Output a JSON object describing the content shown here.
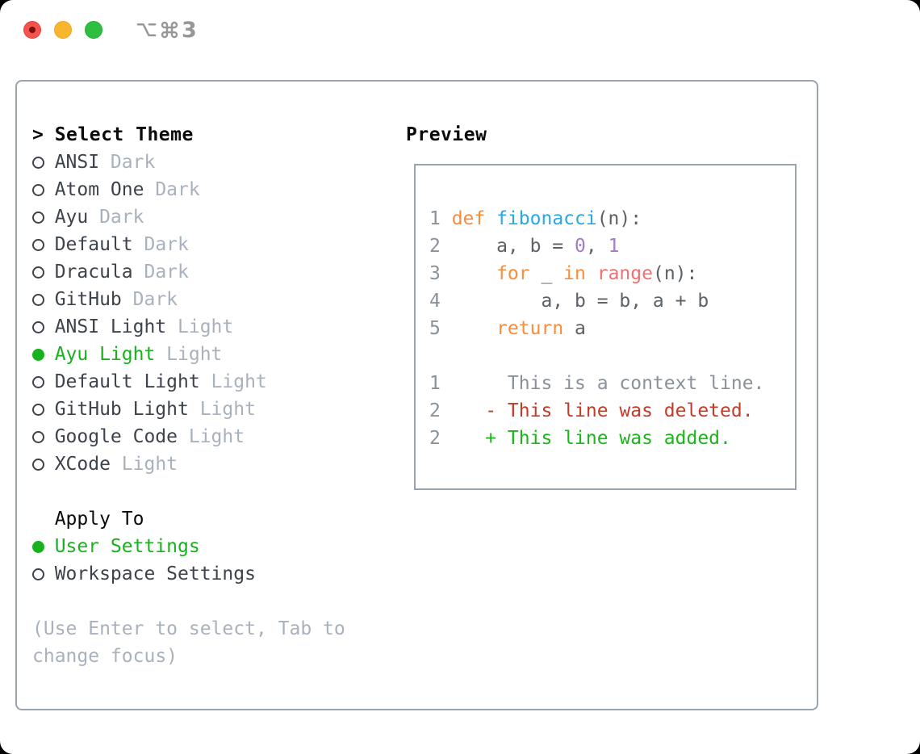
{
  "window": {
    "title": {
      "text": "⌥⌘3",
      "symbols": [
        "option-key",
        "command-key"
      ],
      "digit": "3"
    },
    "traffic_lights": [
      {
        "name": "close",
        "color": "#F4544E"
      },
      {
        "name": "minimize",
        "color": "#F8B62E"
      },
      {
        "name": "zoom",
        "color": "#2EBF41"
      }
    ]
  },
  "theme_picker": {
    "header": "Select Theme",
    "cursor": ">",
    "items": [
      {
        "name": "ANSI",
        "tag": "Dark",
        "selected": false
      },
      {
        "name": "Atom One",
        "tag": "Dark",
        "selected": false
      },
      {
        "name": "Ayu",
        "tag": "Dark",
        "selected": false
      },
      {
        "name": "Default",
        "tag": "Dark",
        "selected": false
      },
      {
        "name": "Dracula",
        "tag": "Dark",
        "selected": false
      },
      {
        "name": "GitHub",
        "tag": "Dark",
        "selected": false
      },
      {
        "name": "ANSI Light",
        "tag": "Light",
        "selected": false
      },
      {
        "name": "Ayu Light",
        "tag": "Light",
        "selected": true
      },
      {
        "name": "Default Light",
        "tag": "Light",
        "selected": false
      },
      {
        "name": "GitHub Light",
        "tag": "Light",
        "selected": false
      },
      {
        "name": "Google Code",
        "tag": "Light",
        "selected": false
      },
      {
        "name": "XCode",
        "tag": "Light",
        "selected": false
      }
    ],
    "apply_header": "Apply To",
    "apply_items": [
      {
        "name": "User Settings",
        "selected": true
      },
      {
        "name": "Workspace Settings",
        "selected": false
      }
    ],
    "hint": "(Use Enter to select, Tab to change focus)"
  },
  "preview": {
    "title": "Preview",
    "lines": [
      {
        "num": "1",
        "segments": [
          {
            "t": "def ",
            "c": "kw"
          },
          {
            "t": "fibonacci",
            "c": "fn"
          },
          {
            "t": "(n):",
            "c": "fg"
          }
        ]
      },
      {
        "num": "2",
        "segments": [
          {
            "t": "    a, b = ",
            "c": "fg"
          },
          {
            "t": "0",
            "c": "num"
          },
          {
            "t": ", ",
            "c": "fg"
          },
          {
            "t": "1",
            "c": "num"
          }
        ]
      },
      {
        "num": "3",
        "segments": [
          {
            "t": "    ",
            "c": "fg"
          },
          {
            "t": "for",
            "c": "kw"
          },
          {
            "t": " _ ",
            "c": "fg"
          },
          {
            "t": "in",
            "c": "kw"
          },
          {
            "t": " ",
            "c": "fg"
          },
          {
            "t": "range",
            "c": "call"
          },
          {
            "t": "(n):",
            "c": "fg"
          }
        ]
      },
      {
        "num": "4",
        "segments": [
          {
            "t": "        a, b = b, a + b",
            "c": "fg"
          }
        ]
      },
      {
        "num": "5",
        "segments": [
          {
            "t": "    ",
            "c": "fg"
          },
          {
            "t": "return",
            "c": "kw"
          },
          {
            "t": " a",
            "c": "fg"
          }
        ]
      },
      {
        "num": "",
        "segments": []
      },
      {
        "num": "1",
        "segments": [
          {
            "t": "     This is a context line.",
            "c": "ctx"
          }
        ]
      },
      {
        "num": "2",
        "segments": [
          {
            "t": "   - This line was deleted.",
            "c": "del"
          }
        ]
      },
      {
        "num": "2",
        "segments": [
          {
            "t": "   + This line was added.",
            "c": "add"
          }
        ]
      }
    ]
  },
  "colors": {
    "selection_green": "#17B21D",
    "diff_added": "#1CB41C",
    "diff_deleted": "#C43B28",
    "keyword_orange": "#F98D3E",
    "function_blue": "#2BA7E8",
    "number_purple": "#A37ACC",
    "call_red": "#F07171",
    "code_foreground": "#5C6166",
    "muted_gray": "#A9B1BD",
    "line_number_gray": "#8A9199",
    "border_gray": "#9AA3AF"
  }
}
